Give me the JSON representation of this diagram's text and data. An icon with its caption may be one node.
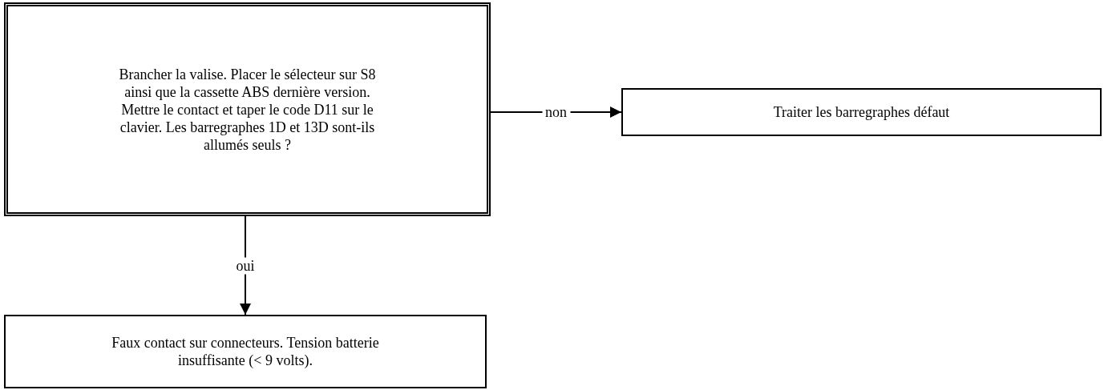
{
  "diagram": {
    "nodes": [
      {
        "text": [
          "Brancher la valise. Placer le sélecteur sur S8 ainsi que la cassette ABS dernière version. Mettre le contact et taper le code D11 sur le clavier. Les barregraphes 1D et 13D sont-ils allumés seuls ?"
        ]
      },
      {
        "text": [
          "Traiter les barregraphes défaut"
        ]
      },
      {
        "text": [
          "Faux contact sur connecteurs. Tension batterie insuffisante (< 9 volts)."
        ]
      }
    ],
    "edges": [
      {
        "from": 0,
        "to": 1,
        "arrow": "to",
        "label": "non"
      },
      {
        "from": 0,
        "to": 2,
        "arrow": "to",
        "label": "oui"
      }
    ]
  }
}
